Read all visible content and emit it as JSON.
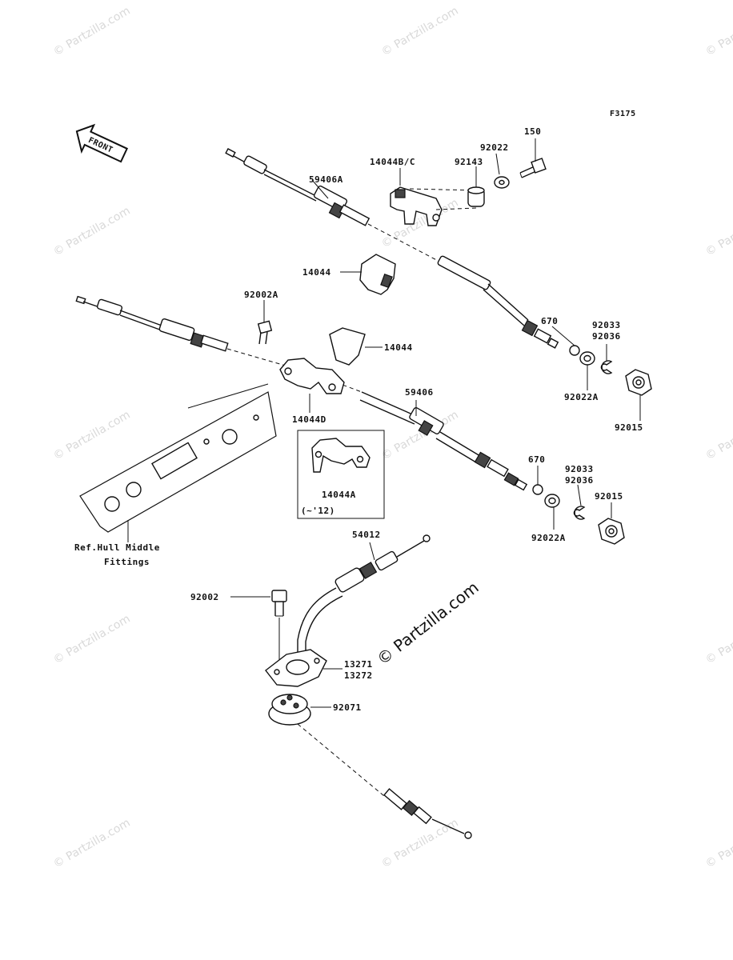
{
  "diagram_code": "F3175",
  "front_label": "FRONT",
  "watermark": "© Partzilla.com",
  "labels": {
    "p150": "150",
    "p92022": "92022",
    "p14044bc": "14044B/C",
    "p92143": "92143",
    "p59406a": "59406A",
    "p14044_upper": "14044",
    "p92002a": "92002A",
    "p14044_lower": "14044",
    "p670_upper": "670",
    "p92033_upper": "92033",
    "p92036_upper": "92036",
    "p92022a_upper": "92022A",
    "p92015_upper": "92015",
    "p14044d": "14044D",
    "p59406": "59406",
    "p670_lower": "670",
    "p92033_lower": "92033",
    "p92036_lower": "92036",
    "p92015_lower": "92015",
    "p92022a_lower": "92022A",
    "p14044a": "14044A",
    "p14044a_note": "(~'12)",
    "ref_line1": "Ref.Hull Middle",
    "ref_line2": "Fittings",
    "p54012": "54012",
    "p92002": "92002",
    "p13271": "13271",
    "p13272": "13272",
    "p92071": "92071"
  }
}
